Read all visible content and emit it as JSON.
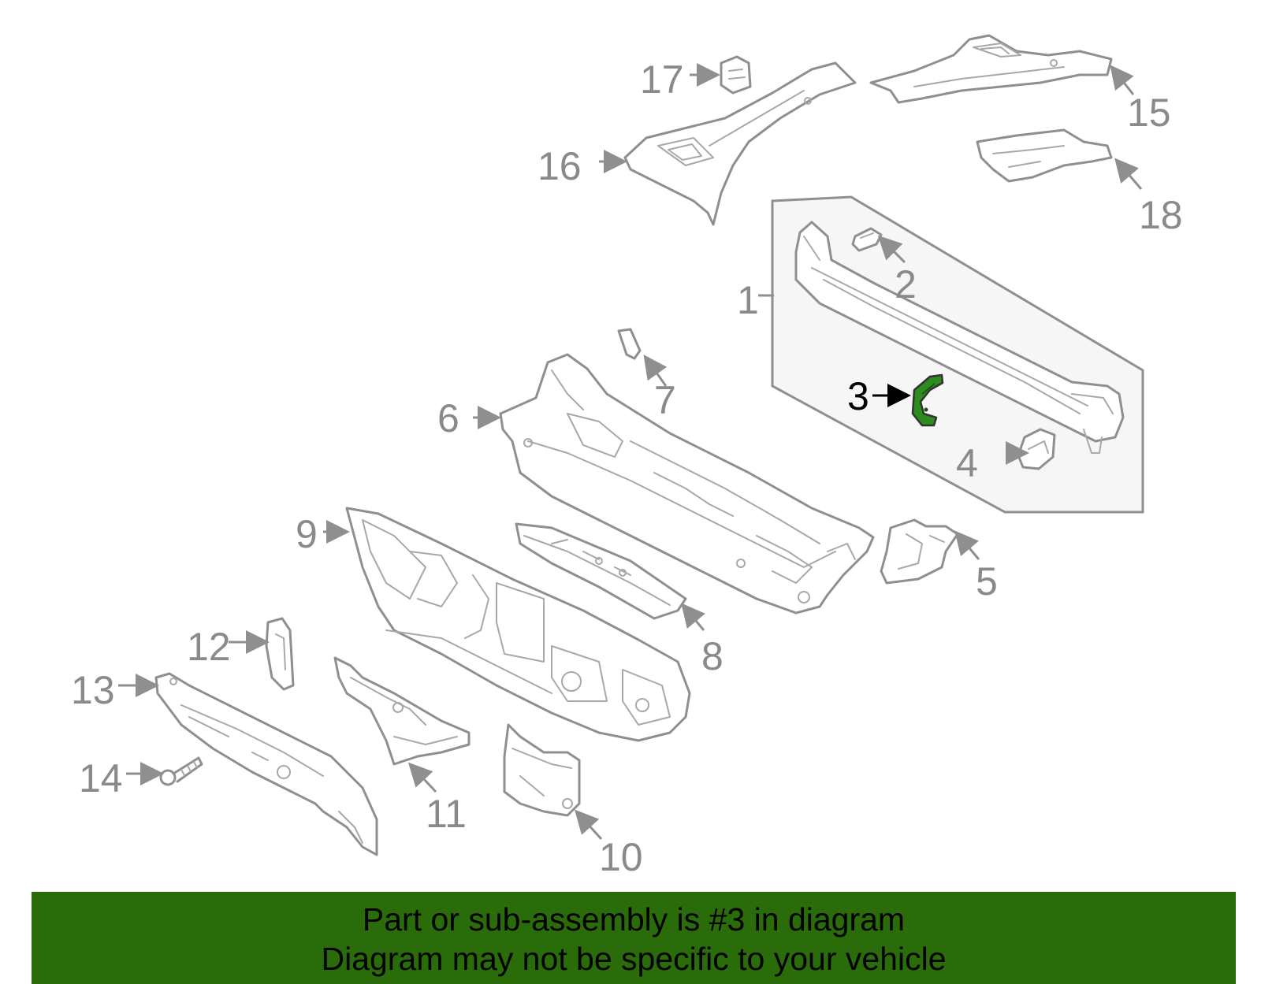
{
  "diagram": {
    "highlight_color": "#2e8b1e",
    "callouts": [
      {
        "id": "1",
        "label": "1"
      },
      {
        "id": "2",
        "label": "2"
      },
      {
        "id": "3",
        "label": "3",
        "highlighted": true
      },
      {
        "id": "4",
        "label": "4"
      },
      {
        "id": "5",
        "label": "5"
      },
      {
        "id": "6",
        "label": "6"
      },
      {
        "id": "7",
        "label": "7"
      },
      {
        "id": "8",
        "label": "8"
      },
      {
        "id": "9",
        "label": "9"
      },
      {
        "id": "10",
        "label": "10"
      },
      {
        "id": "11",
        "label": "11"
      },
      {
        "id": "12",
        "label": "12"
      },
      {
        "id": "13",
        "label": "13"
      },
      {
        "id": "14",
        "label": "14"
      },
      {
        "id": "15",
        "label": "15"
      },
      {
        "id": "16",
        "label": "16"
      },
      {
        "id": "17",
        "label": "17"
      },
      {
        "id": "18",
        "label": "18"
      }
    ]
  },
  "banner": {
    "line1": "Part or sub-assembly is #3 in diagram",
    "line2": "Diagram may not be specific to your vehicle",
    "background": "#2a6c0a"
  }
}
